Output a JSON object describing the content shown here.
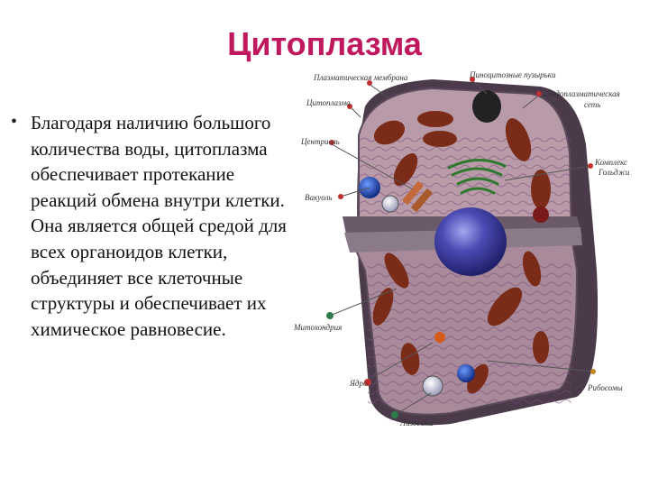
{
  "slide": {
    "title": "Цитоплазма",
    "bullet": "Благодаря наличию большого количества воды, цитоплазма обеспечивает протекание реакций обмена внутри клетки. Она является общей средой для всех органоидов клетки, объединяет все клеточные структуры и обеспечивает их химическое равновесие."
  },
  "diagram": {
    "labels": {
      "plasma_membrane": "Плазматическая мембрана",
      "pinocytotic_vesicles": "Пиноцитозные пузырьки",
      "er": "Эндоплазматическая",
      "er2": "сеть",
      "cytoplasm": "Цитоплазма",
      "centriole": "Центриоль",
      "golgi": "Комплекс",
      "golgi2": "Гольджи",
      "vacuole": "Вакуоль",
      "mitochondria": "Митохондрия",
      "nucleus": "Ядро",
      "ribosomes": "Рибосомы",
      "lysosome": "Лизосома"
    },
    "colors": {
      "title": "#c0185e",
      "membrane": "#5a4a5a",
      "cytoplasm": "#b89aa8",
      "mitochondria": "#7a2c18",
      "nucleus": "#3a3a9a",
      "golgi": "#2f7a2f",
      "vacuole": "#1f4aa8"
    }
  }
}
